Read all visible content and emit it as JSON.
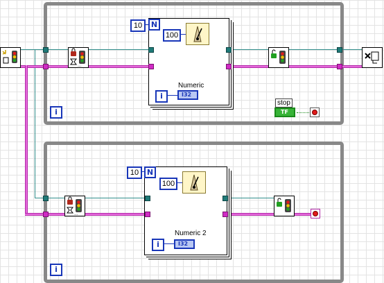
{
  "loop_top": {
    "iteration_terminal": "i",
    "for_count": "10",
    "count_terminal": "N",
    "wait_ms": "100",
    "indicator_label": "Numeric",
    "indicator_type": "I32",
    "stop_label": "stop",
    "stop_type": "TF"
  },
  "loop_bottom": {
    "iteration_terminal": "i",
    "for_count": "10",
    "count_terminal": "N",
    "wait_ms": "100",
    "indicator_label": "Numeric 2",
    "indicator_type": "I32"
  },
  "icons": {
    "create_semaphore": "create-semaphore-icon",
    "acquire_semaphore": "acquire-semaphore-icon",
    "release_semaphore": "release-semaphore-icon",
    "destroy_semaphore": "destroy-semaphore-icon",
    "wait_timer": "metronome-icon",
    "error_handler": "error-terminal-icon"
  },
  "colors": {
    "refnum_wire": "#2f8c8a",
    "error_wire": "#e56adc",
    "loop_border": "#888888",
    "numeric_blue": "#1836b8",
    "boolean_green": "#37b437"
  }
}
